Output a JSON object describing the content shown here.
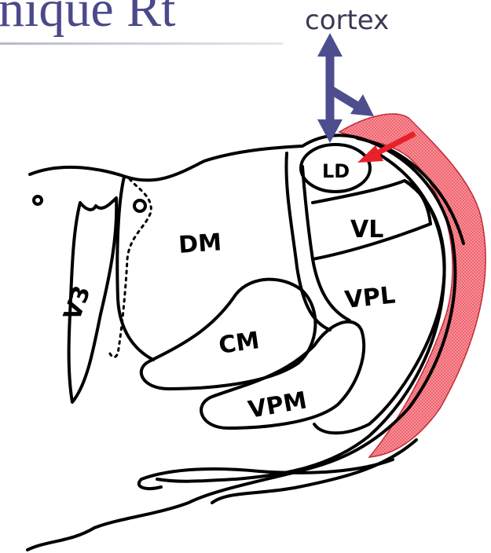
{
  "title": "nique Rt",
  "cortex_label": "cortex",
  "regions": {
    "dm": "DM",
    "ld": "LD",
    "vl": "VL",
    "vpl": "VPL",
    "cm": "CM",
    "vpm": "VPM",
    "v3": "V3"
  },
  "colors": {
    "arrow_blue": "#4e4e8e",
    "pointer_red": "#e8202a",
    "reticular_band": "#ef5a66",
    "outline": "#000000"
  }
}
